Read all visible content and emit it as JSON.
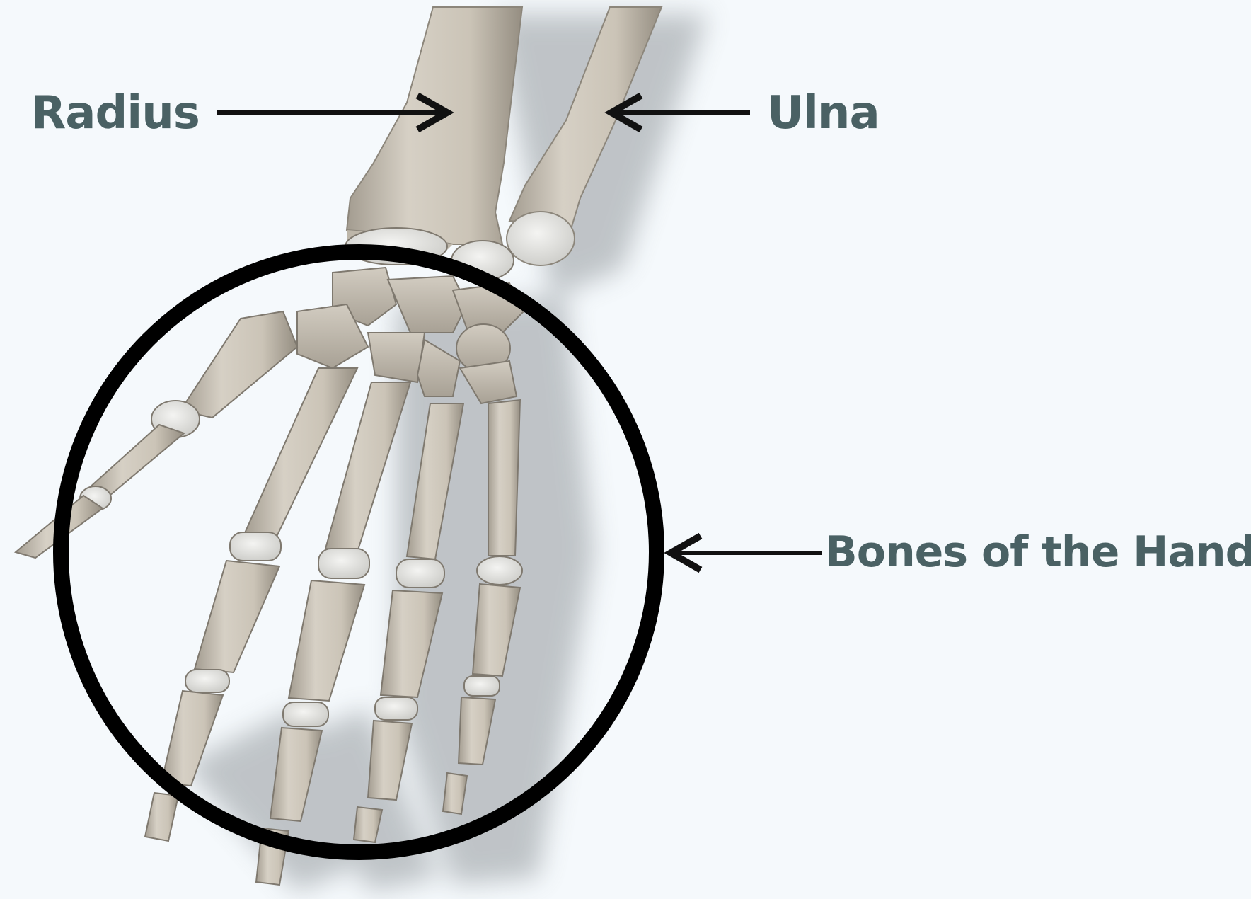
{
  "labels": {
    "radius": "Radius",
    "ulna": "Ulna",
    "hand": "Bones of the Hand"
  },
  "colors": {
    "background": "#f5f9fc",
    "label_text": "#4a6164",
    "bone": "#cdc6b9",
    "cartilage": "#e6e6e3",
    "pointer": "#111111"
  }
}
